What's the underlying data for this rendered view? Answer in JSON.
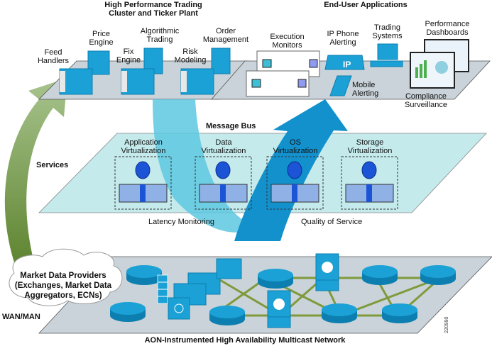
{
  "titles": {
    "trading_cluster_line1": "High Performance Trading",
    "trading_cluster_line2": "Cluster and Ticker Plant",
    "end_user_apps": "End-User Applications",
    "message_bus": "Message Bus",
    "services": "Services",
    "wan_man": "WAN/MAN",
    "network": "AON-Instrumented High Availability Multicast Network"
  },
  "trading_components": [
    {
      "line1": "Feed",
      "line2": "Handlers"
    },
    {
      "line1": "Price",
      "line2": "Engine"
    },
    {
      "line1": "Fix",
      "line2": "Engine"
    },
    {
      "line1": "Algorithmic",
      "line2": "Trading"
    },
    {
      "line1": "Risk",
      "line2": "Modeling"
    },
    {
      "line1": "Order",
      "line2": "Management"
    }
  ],
  "end_user_components": [
    {
      "line1": "Execution",
      "line2": "Monitors"
    },
    {
      "line1": "IP Phone",
      "line2": "Alerting"
    },
    {
      "line1": "Trading",
      "line2": "Systems"
    },
    {
      "line1": "Performance",
      "line2": "Dashboards"
    },
    {
      "line1": "Mobile",
      "line2": "Alerting"
    },
    {
      "line1": "Compliance",
      "line2": "Surveillance"
    }
  ],
  "services": [
    {
      "line1": "Application",
      "line2": "Virtualization"
    },
    {
      "line1": "Data",
      "line2": "Virtualization"
    },
    {
      "line1": "OS",
      "line2": "Virtualization"
    },
    {
      "line1": "Storage",
      "line2": "Virtualization"
    }
  ],
  "service_annotations": {
    "latency": "Latency Monitoring",
    "qos": "Quality of Service"
  },
  "market_data": {
    "line1": "Market Data Providers",
    "line2": "(Exchanges, Market Data",
    "line3": "Aggregators, ECNs)"
  },
  "phone_badge": "IP",
  "figure_id": "220990",
  "colors": {
    "device_blue": "#1ba1d6",
    "device_dark": "#0c7fb0",
    "plane_gray": "#c9d3d9",
    "plane_cyan": "#c4eaec",
    "arrow_cyan": "#5ec8e0",
    "arrow_blue": "#1391cc",
    "arrow_green_light": "#9ab87e",
    "arrow_green_dark": "#6d8e3b",
    "link_green": "#7f9a3c",
    "node_blue": "#1c54d6"
  }
}
